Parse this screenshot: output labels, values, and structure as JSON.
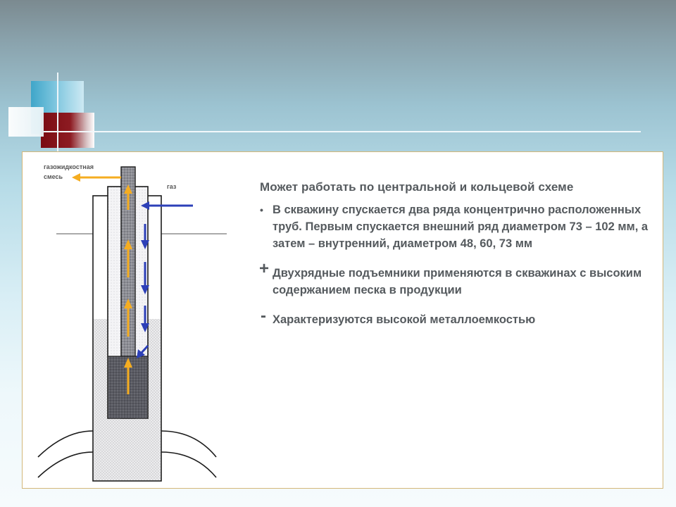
{
  "diagram": {
    "outlet_label_line1": "газожидкостная",
    "outlet_label_line2": "смесь",
    "gas_label": "газ",
    "colors": {
      "up_arrow": "#f5ad21",
      "down_arrow": "#2d40b8",
      "inner_fluid": "#8d8e95",
      "inner_fluid_bottom": "#5a5b63",
      "annulus_fluid": "#e4e4e6",
      "outer_fluid": "#e8e8ea"
    }
  },
  "content": {
    "heading": "Может работать по центральной и кольцевой схеме",
    "bullet_mark": "•",
    "bullet_text": "В скважину спускается два ряда концентрично расположенных труб. Первым спускается внешний ряд диаметром 73 – 102 мм, а затем – внутренний, диаметром 48, 60, 73 мм",
    "plus_mark": "+",
    "plus_text": "Двухрядные подъемники применяются в скважинах с высоким содержанием песка в продукции",
    "minus_mark": "-",
    "minus_text": "Характеризуются высокой металлоемкостью"
  }
}
